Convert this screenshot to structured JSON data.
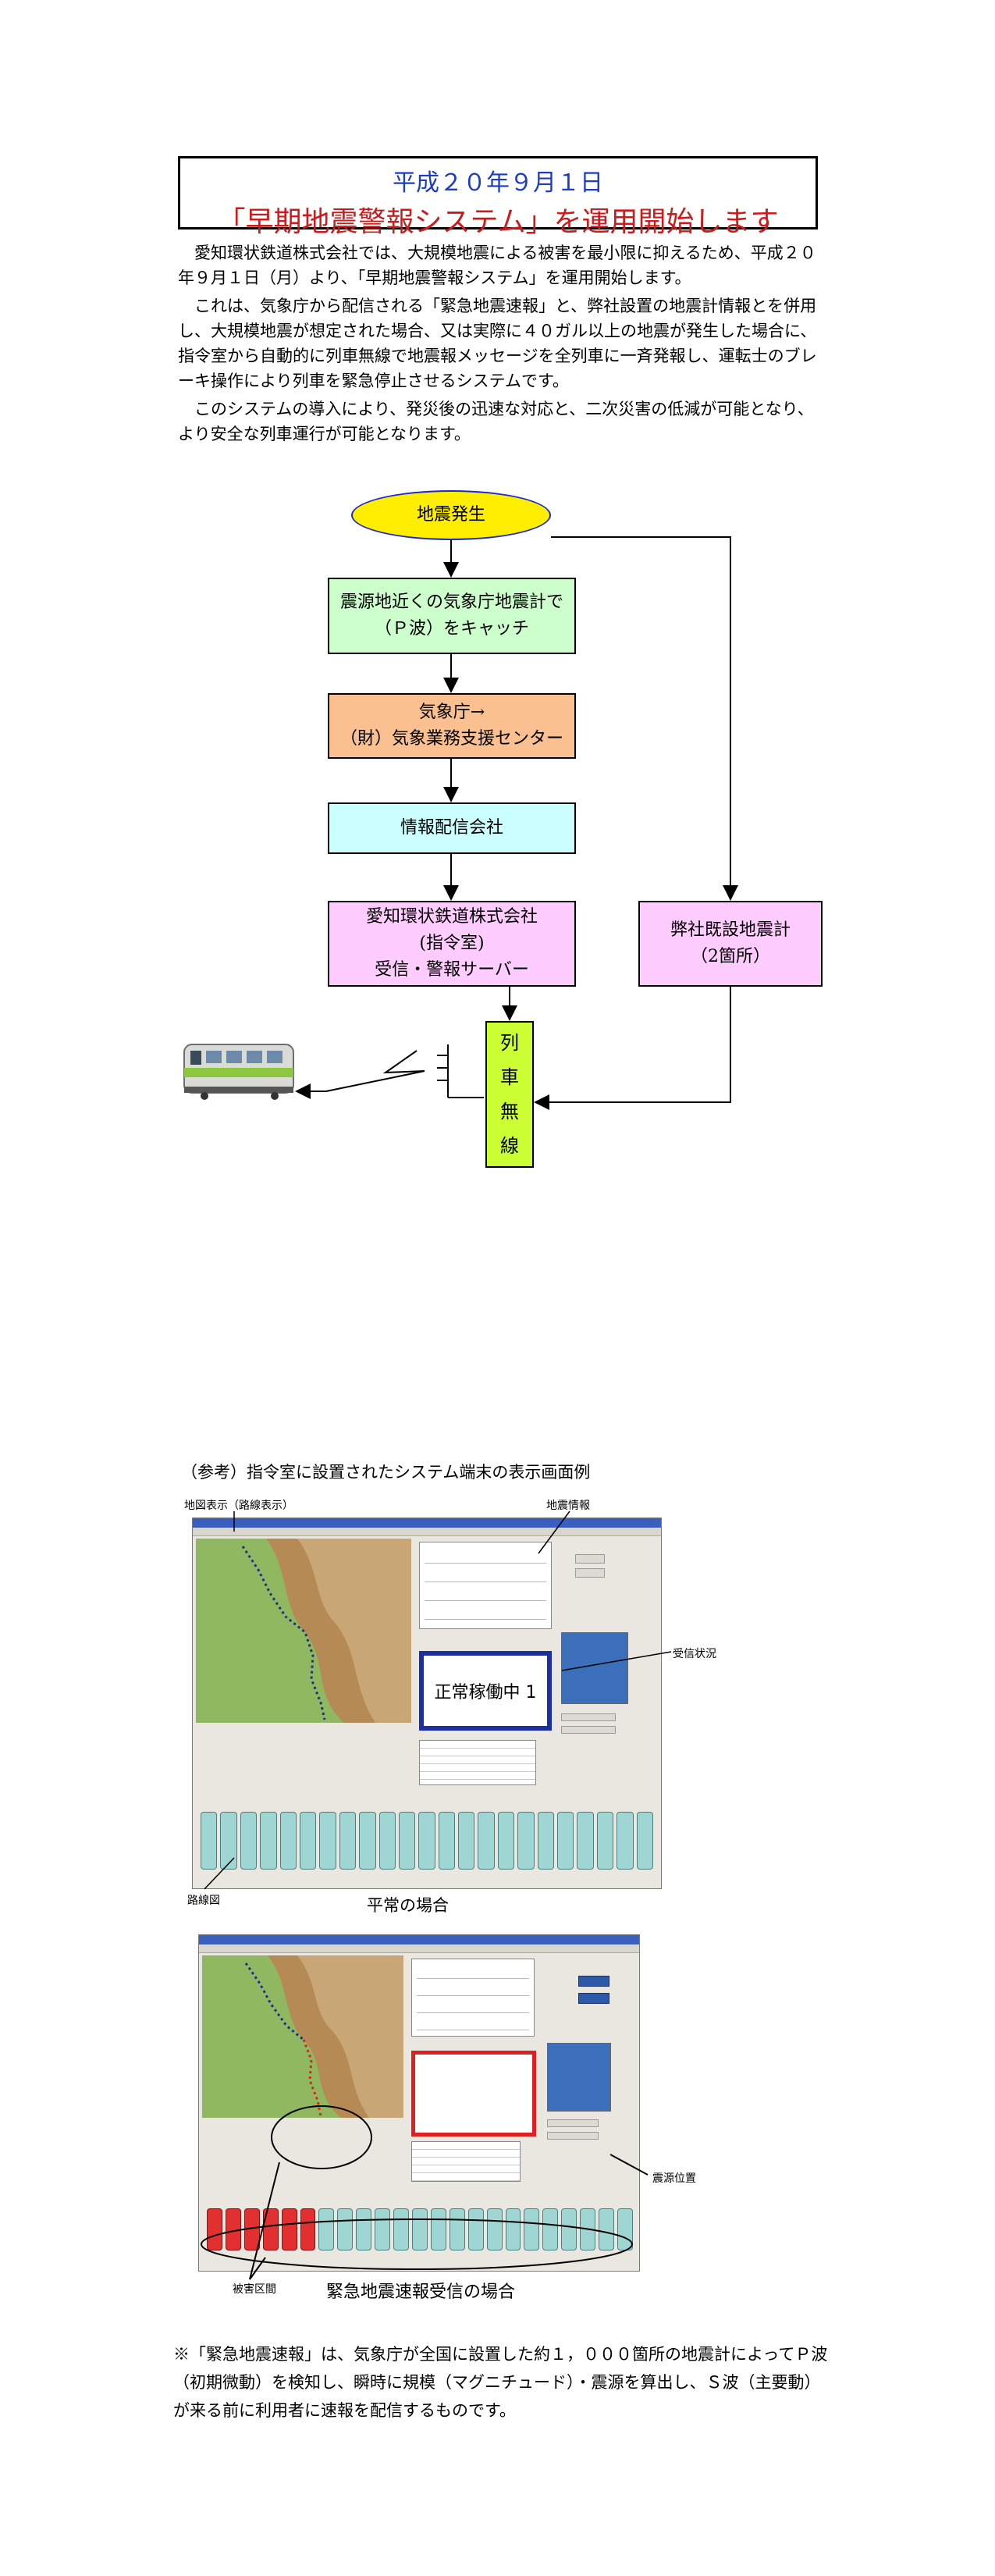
{
  "title": {
    "line1": "平成２０年９月１日",
    "line2": "「早期地震警報システム」を運用開始します"
  },
  "paragraphs": [
    "愛知環状鉄道株式会社では、大規模地震による被害を最小限に抑えるため、平成２０年９月１日（月）より、「早期地震警報システム」を運用開始します。",
    "これは、気象庁から配信される「緊急地震速報」と、弊社設置の地震計情報とを併用し、大規模地震が想定された場合、又は実際に４０ガル以上の地震が発生した場合に、指令室から自動的に列車無線で地震報メッセージを全列車に一斉発報し、運転士のブレーキ操作により列車を緊急停止させるシステムです。",
    "このシステムの導入により、発災後の迅速な対応と、二次災害の低減が可能となり、より安全な列車運行が可能となります。"
  ],
  "flowchart": {
    "earthquake": "地震発生",
    "p_wave": [
      "震源地近くの気象庁地震計で",
      "（Ｐ波）をキャッチ"
    ],
    "jma": [
      "気象庁→",
      "（財）気象業務支援センター"
    ],
    "distributor": "情報配信会社",
    "command_room": [
      "愛知環状鉄道株式会社",
      "(指令室)",
      "受信・警報サーバー"
    ],
    "own_seismometer": [
      "弊社既設地震計",
      "（2箇所）"
    ],
    "train_radio": [
      "列",
      "車",
      "無",
      "線"
    ],
    "colors": {
      "earthquake": "#ffee00",
      "p_wave": "#ccffcc",
      "jma": "#fbc08f",
      "distributor": "#ccffff",
      "command_room": "#ffccff",
      "train_radio": "#ccff33"
    }
  },
  "reference": {
    "heading": "（参考）指令室に設置されたシステム端末の表示画面例",
    "labels": {
      "map_display": "地図表示（路線表示）",
      "quake_info": "地震情報",
      "reception_status": "受信状況",
      "route_map": "路線図",
      "epicenter": "震源位置",
      "affected_section": "被害区間"
    },
    "status_text": "正常稼働中 1",
    "caption_normal": "平常の場合",
    "caption_emergency": "緊急地震速報受信の場合"
  },
  "footnote": "※「緊急地震速報」は、気象庁が全国に設置した約１，０００箇所の地震計によってＰ波（初期微動）を検知し、瞬時に規模（マグニチュード）・震源を算出し、Ｓ波（主要動）が来る前に利用者に速報を配信するものです。"
}
